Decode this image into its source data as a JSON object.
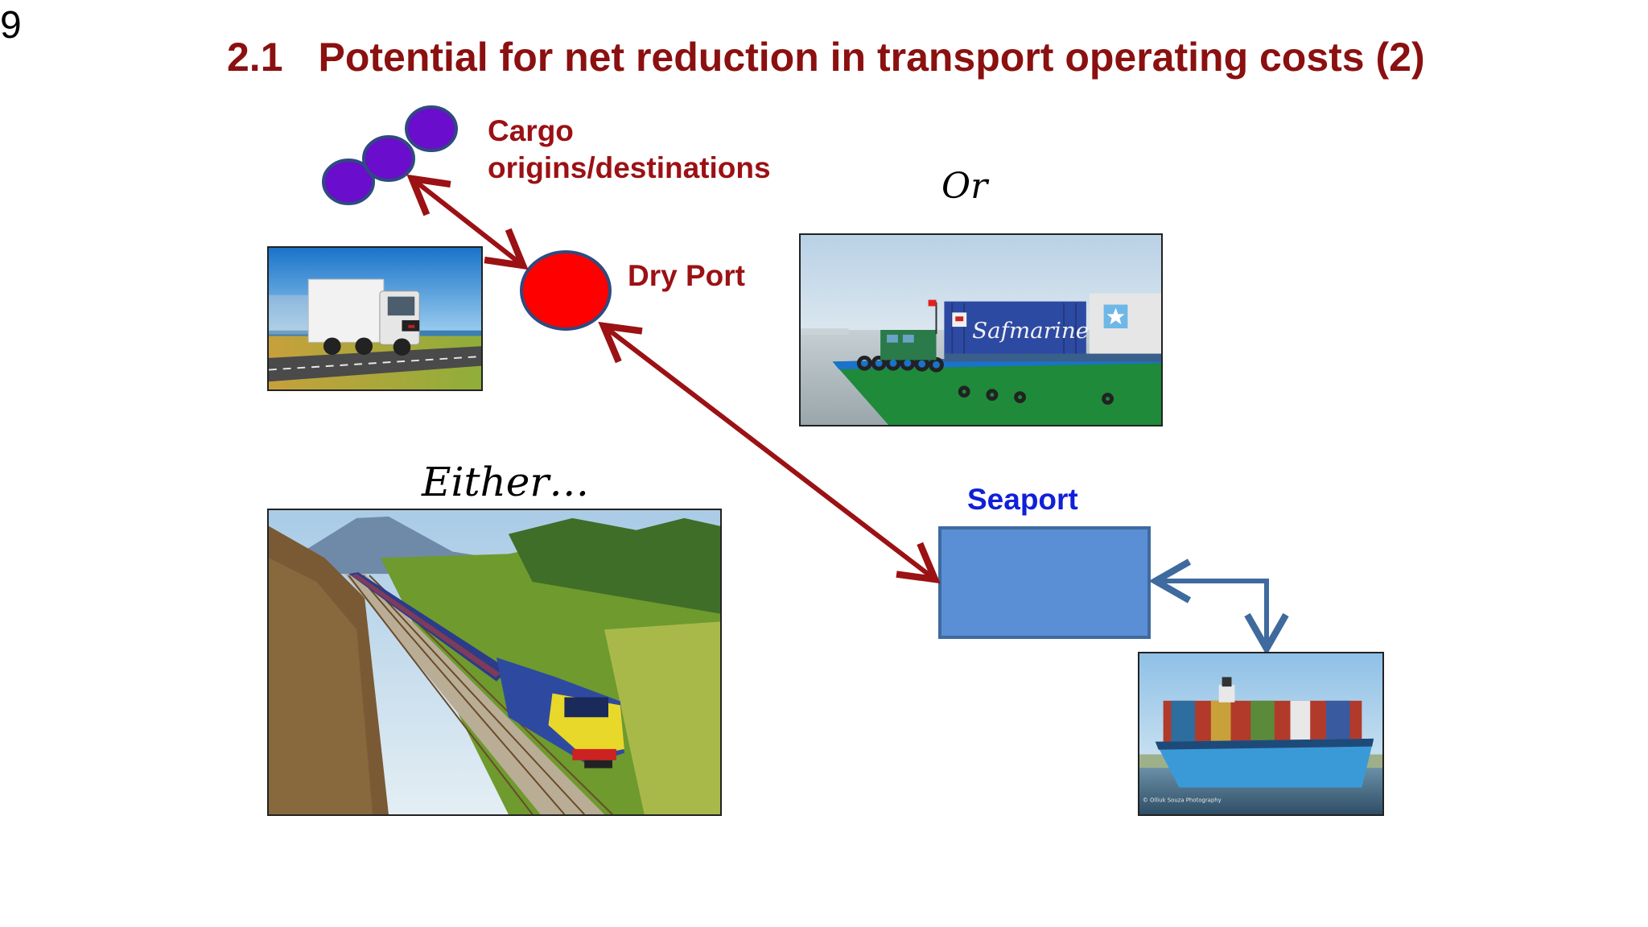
{
  "slide": {
    "number": "9",
    "title_number": "2.1",
    "title_text": "Potential for net reduction in transport operating costs (2)"
  },
  "labels": {
    "cargo_line1": "Cargo",
    "cargo_line2": "origins/destinations",
    "dry_port": "Dry Port",
    "seaport": "Seaport",
    "or": "Or",
    "either": "Either…"
  },
  "photos": {
    "barge_container_text": "Safmarine",
    "ship_credit": "© Olliuk Souza Photography"
  },
  "colors": {
    "title": "#8b1010",
    "label_red": "#9b1114",
    "seaport_blue": "#1020d8",
    "arrow_dark_red": "#9b1114",
    "arrow_blue": "#3e6a9e",
    "dry_port_fill": "#ff0000",
    "cargo_fill": "#6a0dcc",
    "seaport_box_fill": "#5a8fd6"
  }
}
